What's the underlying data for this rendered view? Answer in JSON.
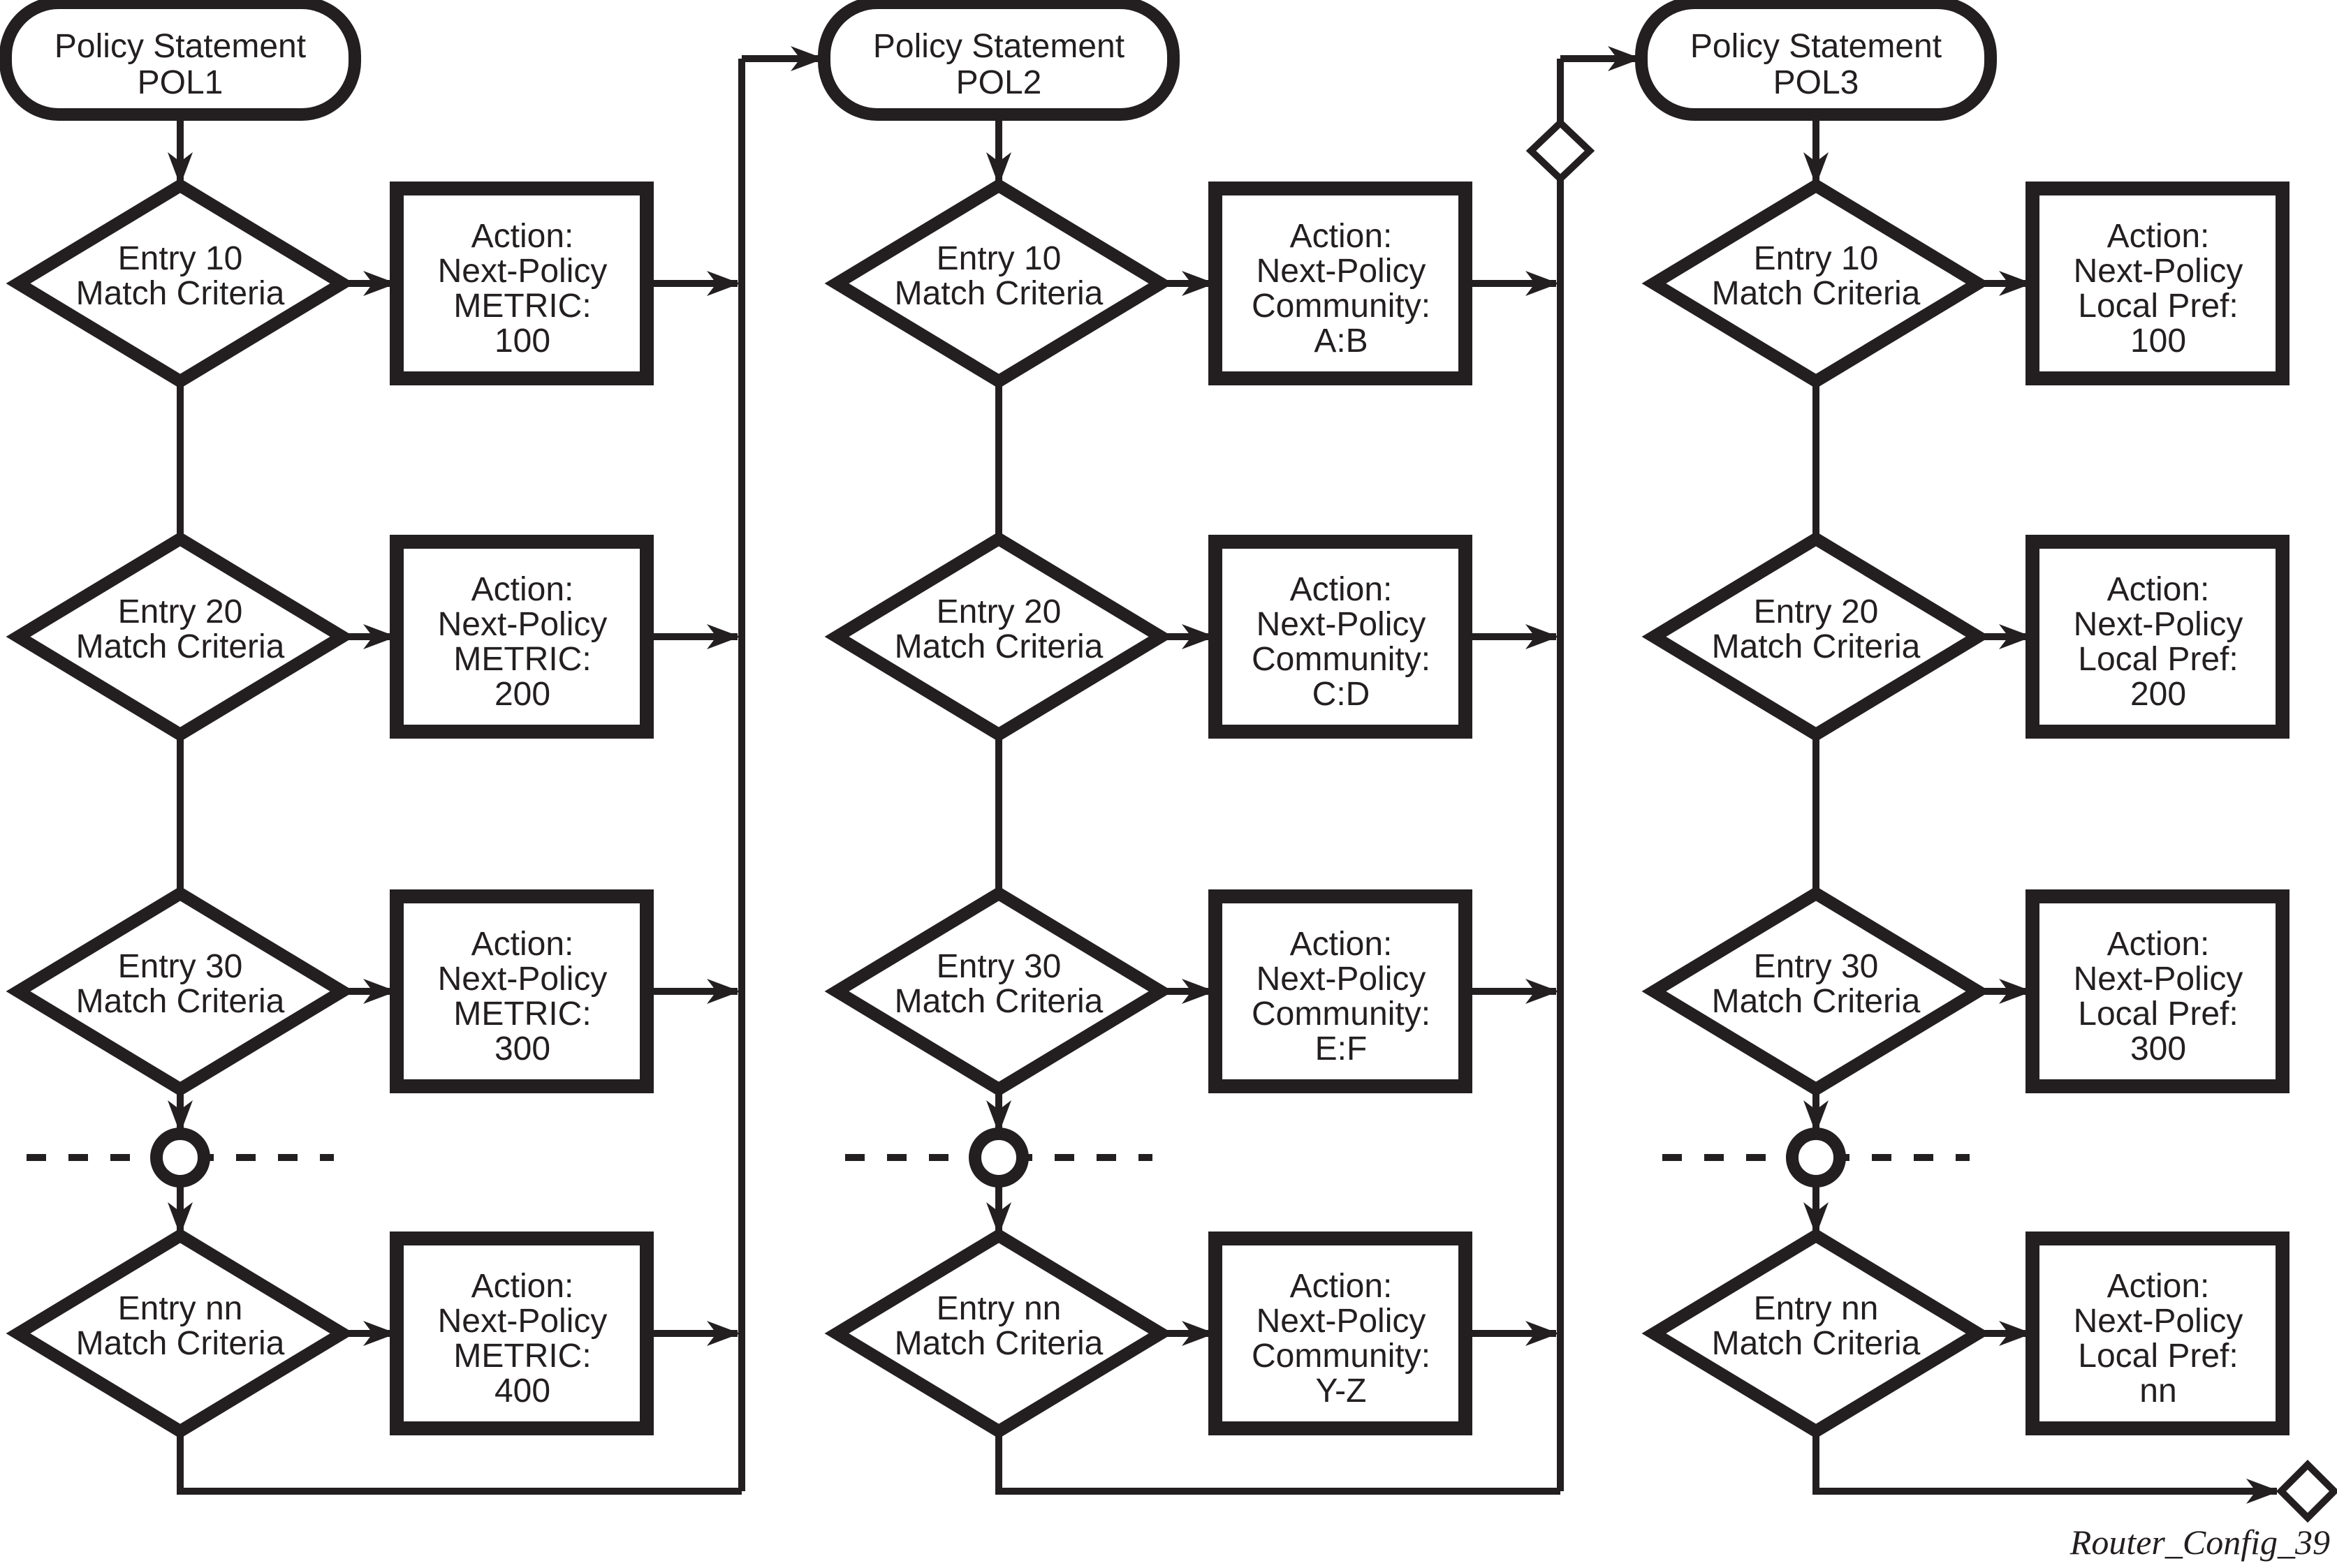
{
  "page": {
    "caption": "Router_Config_39",
    "colors": {
      "ink": "#231f20",
      "background": "#ffffff"
    }
  },
  "flowchart": {
    "columns": [
      {
        "id": "POL1",
        "terminator": {
          "line1": "Policy Statement",
          "line2": "POL1"
        },
        "rows": [
          {
            "decision_lines": [
              "Entry 10",
              "Match Criteria"
            ],
            "action_lines": [
              "Action:",
              "Next-Policy",
              "METRIC:",
              "100"
            ]
          },
          {
            "decision_lines": [
              "Entry 20",
              "Match Criteria"
            ],
            "action_lines": [
              "Action:",
              "Next-Policy",
              "METRIC:",
              "200"
            ]
          },
          {
            "decision_lines": [
              "Entry 30",
              "Match Criteria"
            ],
            "action_lines": [
              "Action:",
              "Next-Policy",
              "METRIC:",
              "300"
            ]
          },
          {
            "decision_lines": [
              "Entry nn",
              "Match Criteria"
            ],
            "action_lines": [
              "Action:",
              "Next-Policy",
              "METRIC:",
              "400"
            ]
          }
        ]
      },
      {
        "id": "POL2",
        "terminator": {
          "line1": "Policy Statement",
          "line2": "POL2"
        },
        "rows": [
          {
            "decision_lines": [
              "Entry 10",
              "Match Criteria"
            ],
            "action_lines": [
              "Action:",
              "Next-Policy",
              "Community:",
              "A:B"
            ]
          },
          {
            "decision_lines": [
              "Entry 20",
              "Match Criteria"
            ],
            "action_lines": [
              "Action:",
              "Next-Policy",
              "Community:",
              "C:D"
            ]
          },
          {
            "decision_lines": [
              "Entry 30",
              "Match Criteria"
            ],
            "action_lines": [
              "Action:",
              "Next-Policy",
              "Community:",
              "E:F"
            ]
          },
          {
            "decision_lines": [
              "Entry nn",
              "Match Criteria"
            ],
            "action_lines": [
              "Action:",
              "Next-Policy",
              "Community:",
              "Y-Z"
            ]
          }
        ]
      },
      {
        "id": "POL3",
        "terminator": {
          "line1": "Policy Statement",
          "line2": "POL3"
        },
        "rows": [
          {
            "decision_lines": [
              "Entry 10",
              "Match Criteria"
            ],
            "action_lines": [
              "Action:",
              "Next-Policy",
              "Local Pref:",
              "100"
            ]
          },
          {
            "decision_lines": [
              "Entry 20",
              "Match Criteria"
            ],
            "action_lines": [
              "Action:",
              "Next-Policy",
              "Local Pref:",
              "200"
            ]
          },
          {
            "decision_lines": [
              "Entry 30",
              "Match Criteria"
            ],
            "action_lines": [
              "Action:",
              "Next-Policy",
              "Local Pref:",
              "300"
            ]
          },
          {
            "decision_lines": [
              "Entry nn",
              "Match Criteria"
            ],
            "action_lines": [
              "Action:",
              "Next-Policy",
              "Local Pref:",
              "nn"
            ]
          }
        ]
      }
    ]
  }
}
